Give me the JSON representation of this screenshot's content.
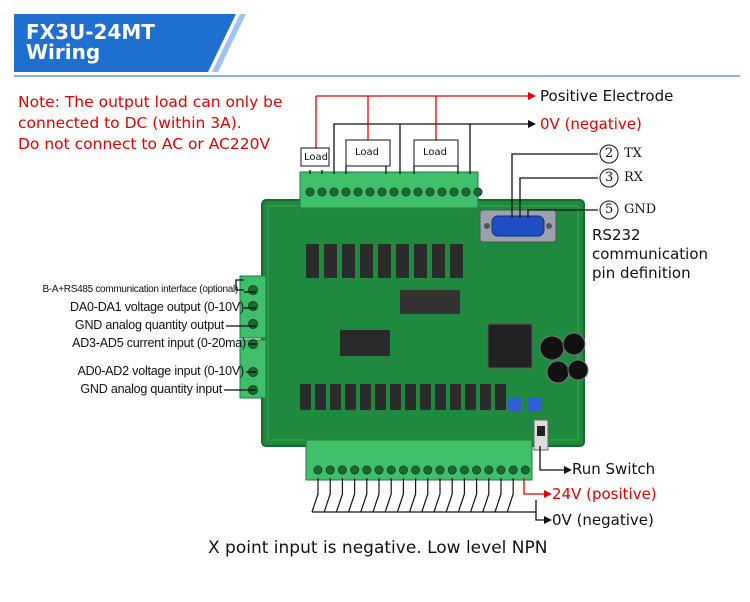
{
  "header": {
    "title_line1": "FX3U-24MT",
    "title_line2": "Wiring",
    "accent_color": "#1f6fd1"
  },
  "note": {
    "line1": "Note: The output load can only be",
    "line2": "connected to DC (within 3A).",
    "line3": "Do not connect to AC or AC220V"
  },
  "top_labels": {
    "positive": "Positive Electrode",
    "negative": "0V (negative)"
  },
  "loads": [
    "Load",
    "Load",
    "Load"
  ],
  "rs232": {
    "pins": [
      {
        "num": "2",
        "name": "TX"
      },
      {
        "num": "3",
        "name": "RX"
      },
      {
        "num": "5",
        "name": "GND"
      }
    ],
    "title_line1": "RS232",
    "title_line2": "communication",
    "title_line3": "pin definition"
  },
  "left_labels": {
    "rs485": "B-A+RS485 communication interface (optional)",
    "da": "DA0-DA1 voltage output (0-10V)",
    "gnd1": "GND analog quantity output",
    "ad35": "AD3-AD5 current input (0-20ma)",
    "ad02": "AD0-AD2 voltage input (0-10V)",
    "gnd2": "GND analog quantity input"
  },
  "right_labels": {
    "run_switch": "Run Switch",
    "v24": "24V (positive)",
    "v0": "0V (negative)"
  },
  "footer": "X point input is negative. Low level NPN"
}
